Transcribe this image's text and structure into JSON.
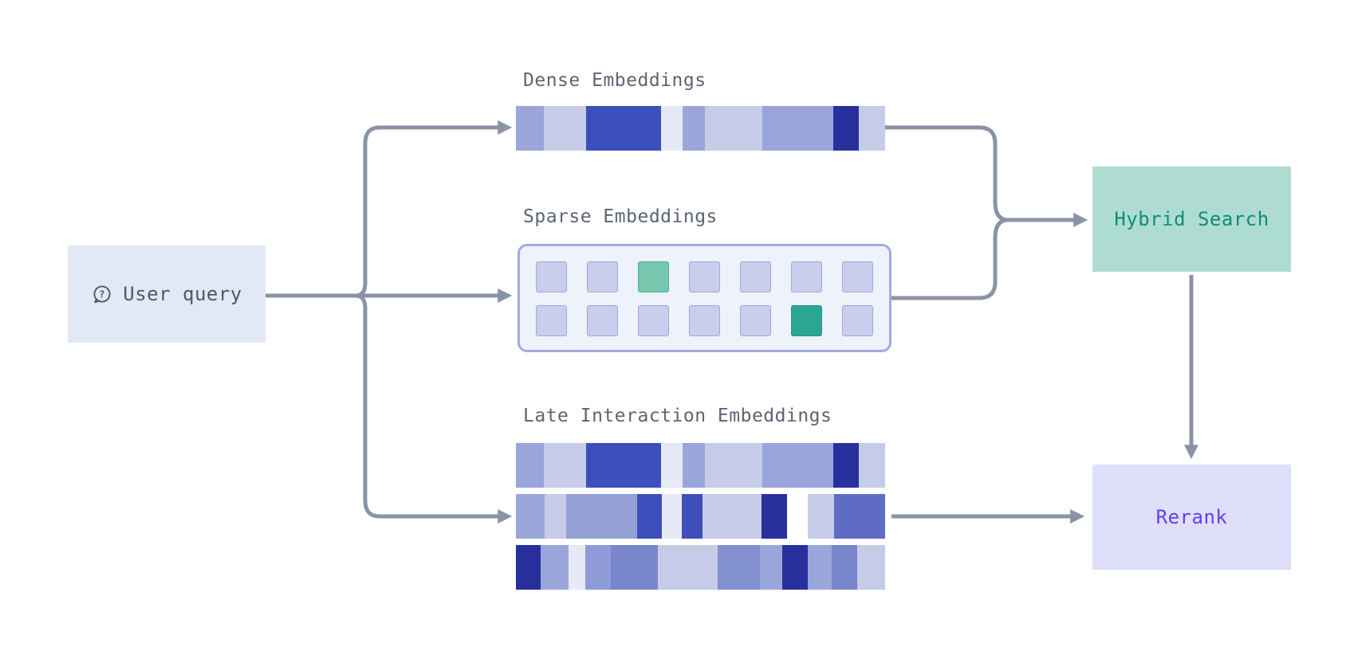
{
  "canvas": {
    "background": "#FFFFFF",
    "arrow_color": "#8A93A6",
    "label_color": "#5C6474"
  },
  "nodes": {
    "user_query": {
      "label": "User query",
      "icon": "question-bubble-icon",
      "bg": "#E3E8F5",
      "fg": "#4F5866"
    },
    "hybrid_search": {
      "label": "Hybrid Search",
      "bg": "#AFDCD2",
      "fg": "#0F8C78"
    },
    "rerank": {
      "label": "Rerank",
      "bg": "#DFDFFB",
      "fg": "#6C3BEB"
    }
  },
  "sections": {
    "dense": {
      "label": "Dense Embeddings",
      "segments": [
        {
          "color": "#9AA5DB",
          "width": 35
        },
        {
          "color": "#C6CBE8",
          "width": 53
        },
        {
          "color": "#3D4FBA",
          "width": 94
        },
        {
          "color": "#E6E9F6",
          "width": 27
        },
        {
          "color": "#9AA5DB",
          "width": 28
        },
        {
          "color": "#C6CBE8",
          "width": 72
        },
        {
          "color": "#9AA5DB",
          "width": 89
        },
        {
          "color": "#28309D",
          "width": 32
        },
        {
          "color": "#C6CBE8",
          "width": 33
        }
      ]
    },
    "sparse": {
      "label": "Sparse Embeddings",
      "rows": 2,
      "cols": 7,
      "cell_colors": {
        "default": {
          "bg": "#C9CEEC",
          "border": "#9FA8D8"
        },
        "teal_light": {
          "bg": "#77C8AE",
          "border": "#43B295"
        },
        "teal_dark": {
          "bg": "#2AA693",
          "border": "#23997F"
        }
      },
      "cells": [
        "default",
        "default",
        "teal_light",
        "default",
        "default",
        "default",
        "default",
        "default",
        "default",
        "default",
        "default",
        "default",
        "teal_dark",
        "default"
      ]
    },
    "late": {
      "label": "Late Interaction Embeddings",
      "rows": [
        [
          {
            "color": "#9AA5DB",
            "width": 35
          },
          {
            "color": "#C6CBE8",
            "width": 53
          },
          {
            "color": "#3D4FBA",
            "width": 94
          },
          {
            "color": "#E6E9F6",
            "width": 27
          },
          {
            "color": "#9AA5DB",
            "width": 28
          },
          {
            "color": "#C6CBE8",
            "width": 72
          },
          {
            "color": "#9AA5DB",
            "width": 89
          },
          {
            "color": "#28309D",
            "width": 32
          },
          {
            "color": "#C6CBE8",
            "width": 33
          }
        ],
        [
          {
            "color": "#9AA5DB",
            "width": 36
          },
          {
            "color": "#C6CBE8",
            "width": 27
          },
          {
            "color": "#94A0D6",
            "width": 89
          },
          {
            "color": "#3D4FBA",
            "width": 31
          },
          {
            "color": "#E6E9F6",
            "width": 25
          },
          {
            "color": "#3D4FBA",
            "width": 26
          },
          {
            "color": "#C6CBE8",
            "width": 74
          },
          {
            "color": "#28309D",
            "width": 32
          },
          {
            "color": "transparent",
            "width": 26
          },
          {
            "color": "#C6CBE8",
            "width": 33
          },
          {
            "color": "#5F6CC5",
            "width": 64
          }
        ],
        [
          {
            "color": "#28309D",
            "width": 31
          },
          {
            "color": "#9AA5DB",
            "width": 35
          },
          {
            "color": "#E6E9F6",
            "width": 21
          },
          {
            "color": "#8F9BD6",
            "width": 32
          },
          {
            "color": "#7886CC",
            "width": 59
          },
          {
            "color": "#C6CBE8",
            "width": 75
          },
          {
            "color": "#8290D0",
            "width": 53
          },
          {
            "color": "#9AA5DB",
            "width": 28
          },
          {
            "color": "#28309D",
            "width": 32
          },
          {
            "color": "#9AA5DB",
            "width": 30
          },
          {
            "color": "#7886CC",
            "width": 32
          },
          {
            "color": "#C6CBE8",
            "width": 35
          }
        ]
      ]
    }
  }
}
